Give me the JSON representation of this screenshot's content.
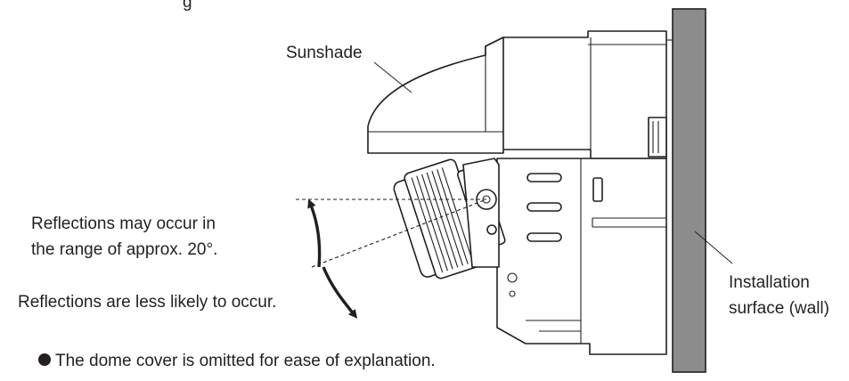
{
  "labels": {
    "top_fragment": "g",
    "sunshade": "Sunshade",
    "reflections_range_line1": "Reflections may occur in",
    "reflections_range_line2": "the range of approx. 20°.",
    "reflections_less": "Reflections are less likely to occur.",
    "installation_line1": "Installation",
    "installation_line2": "surface (wall)",
    "note": "The dome cover is omitted for ease of explanation."
  },
  "icons": {
    "note_bullet": "filled-circle-bullet"
  },
  "colors": {
    "ink": "#231f20",
    "wall_fill": "#8c8c8c",
    "background": "#ffffff"
  }
}
